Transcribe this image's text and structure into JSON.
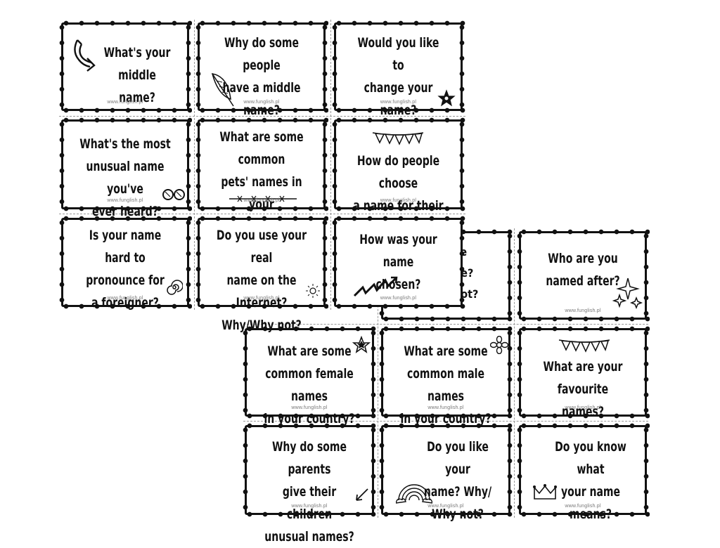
{
  "watermark": "www.funglish.pl",
  "sheet_front": {
    "cards": [
      {
        "text": "What's your\nmiddle name?",
        "icon": "curved-arrow-icon"
      },
      {
        "text": "Why do some people\nhave a middle\nname?",
        "icon": "feather-icon"
      },
      {
        "text": "Would you like to\nchange your name?\nWhy/Why not?",
        "icon": "star-icon"
      },
      {
        "text": "What's the most\nunusual name you've\never heard?",
        "icon": "glasses-icon"
      },
      {
        "text": "What are some common\npets' names in your\ncountry?",
        "icon": "barbed-line-icon"
      },
      {
        "text": "How do people choose\na name for their pet?",
        "icon": "bunting-icon"
      },
      {
        "text": "Is your name hard to\npronounce for\na foreigner?",
        "icon": "spiral-icon"
      },
      {
        "text": "Do you use your real\nname on the Internet?\nWhy/Why not?",
        "icon": "sun-icon"
      },
      {
        "text": "How was your name\nchosen?",
        "icon": "zigzag-arrow-icon"
      }
    ]
  },
  "sheet_back": {
    "partial_card_text": "ve\nne?\nnot?",
    "cards": [
      {
        "text": "Who are you\nnamed after?",
        "icon": "sparkles-icon"
      },
      {
        "text": "What are some\ncommon female names\nin your country?",
        "icon": "star-icon"
      },
      {
        "text": "What are some\ncommon male names\nin your country?",
        "icon": "flower-icon"
      },
      {
        "text": "What are your\nfavourite names?",
        "icon": "bunting-icon"
      },
      {
        "text": "Why do some parents\ngive their children\nunusual names?",
        "icon": "arrow-icon"
      },
      {
        "text": "Do you like your\nname? Why/\nWhy not?",
        "icon": "rainbow-icon"
      },
      {
        "text": "Do you know what\nyour name\nmeans?",
        "icon": "crown-icon"
      }
    ]
  }
}
